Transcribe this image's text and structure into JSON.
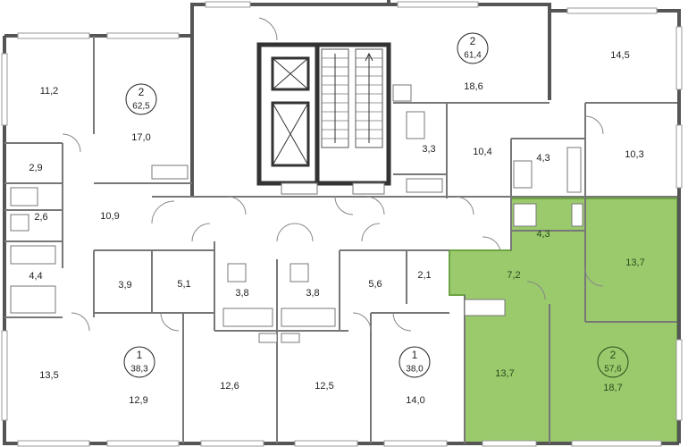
{
  "colors": {
    "selected_fill": "#9bca6d",
    "selected_stroke": "#6ea543",
    "wall": "#555555",
    "background": "#ffffff"
  },
  "rooms": [
    {
      "id": "r11_2",
      "area": "11,2"
    },
    {
      "id": "r17_0",
      "area": "17,0"
    },
    {
      "id": "r2_9",
      "area": "2,9"
    },
    {
      "id": "r2_6",
      "area": "2,6"
    },
    {
      "id": "r10_9",
      "area": "10,9"
    },
    {
      "id": "r4_4",
      "area": "4,4"
    },
    {
      "id": "r13_5",
      "area": "13,5"
    },
    {
      "id": "r3_9",
      "area": "3,9"
    },
    {
      "id": "r5_1",
      "area": "5,1"
    },
    {
      "id": "r12_9",
      "area": "12,9"
    },
    {
      "id": "r3_8a",
      "area": "3,8"
    },
    {
      "id": "r3_8b",
      "area": "3,8"
    },
    {
      "id": "r12_6",
      "area": "12,6"
    },
    {
      "id": "r12_5",
      "area": "12,5"
    },
    {
      "id": "r5_6",
      "area": "5,6"
    },
    {
      "id": "r2_1",
      "area": "2,1"
    },
    {
      "id": "r14_0",
      "area": "14,0"
    },
    {
      "id": "r18_6",
      "area": "18,6"
    },
    {
      "id": "r3_3",
      "area": "3,3"
    },
    {
      "id": "r10_4",
      "area": "10,4"
    },
    {
      "id": "r14_5",
      "area": "14,5"
    },
    {
      "id": "r4_3a",
      "area": "4,3"
    },
    {
      "id": "r10_3",
      "area": "10,3"
    },
    {
      "id": "r4_3b",
      "area": "4,3"
    },
    {
      "id": "r7_2",
      "area": "7,2"
    },
    {
      "id": "r13_7a",
      "area": "13,7"
    },
    {
      "id": "r13_7b",
      "area": "13,7"
    },
    {
      "id": "r18_7",
      "area": "18,7"
    }
  ],
  "apartments": [
    {
      "id": "apt_a",
      "rooms": "2",
      "area": "62,5",
      "selected": false
    },
    {
      "id": "apt_b",
      "rooms": "2",
      "area": "61,4",
      "selected": false
    },
    {
      "id": "apt_c",
      "rooms": "1",
      "area": "38,3",
      "selected": false
    },
    {
      "id": "apt_d",
      "rooms": "1",
      "area": "38,0",
      "selected": false
    },
    {
      "id": "apt_e",
      "rooms": "2",
      "area": "57,6",
      "selected": true
    }
  ]
}
